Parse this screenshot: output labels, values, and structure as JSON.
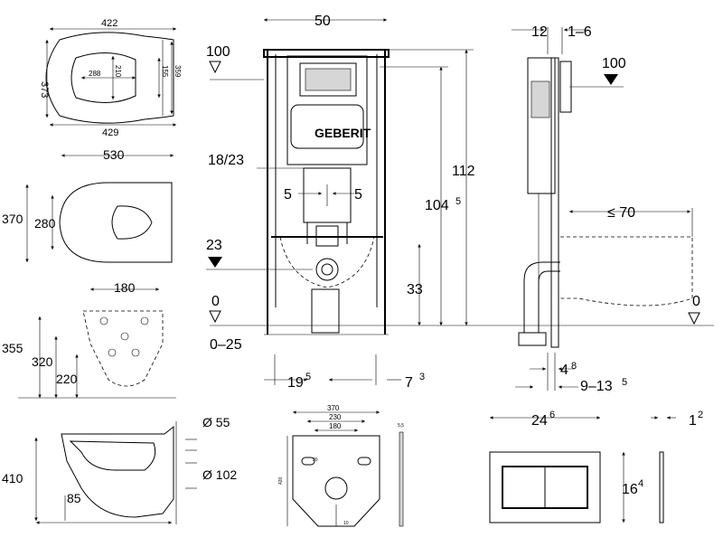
{
  "brand": "GEBERIT",
  "seat_top": {
    "w_top": "422",
    "w_bottom": "429",
    "h_left": "373",
    "inner_w": "288",
    "inner_h": "210",
    "h_right": "155",
    "h_right2": "359"
  },
  "bowl_top": {
    "len": "530",
    "w": "370",
    "inner": "280"
  },
  "bowl_back": {
    "w": "180",
    "h1": "355",
    "h2": "320",
    "h3": "220"
  },
  "bowl_side": {
    "h": "410",
    "offset": "85",
    "d1": "Ø 55",
    "d2": "Ø 102"
  },
  "frame_front": {
    "width": "50",
    "top_level": "100",
    "height_total": "112",
    "height_inner": "104",
    "height_inner_sup": "5",
    "flush": "18/23",
    "offset_l": "5",
    "offset_r": "5",
    "drain_level": "23",
    "drain_h": "33",
    "floor": "0",
    "floor_range": "0–25",
    "base_l": "19",
    "base_l_sup": "5",
    "base_r": "7",
    "base_r_sup": "3"
  },
  "frame_side": {
    "top": "12",
    "top_range": "1–6",
    "top_level": "100",
    "projection": "≤ 70",
    "floor": "0",
    "bottom_a": "4",
    "bottom_a_sup": "8",
    "bottom_b": "9–13",
    "bottom_b_sup": "5"
  },
  "gasket": {
    "w1": "370",
    "w2": "230",
    "w3": "180",
    "h": "420",
    "hole": "20",
    "bottom": "10",
    "thick": "5,5"
  },
  "plate": {
    "w": "24",
    "w_sup": "6",
    "h": "16",
    "h_sup": "4",
    "d": "1",
    "d_sup": "2"
  }
}
